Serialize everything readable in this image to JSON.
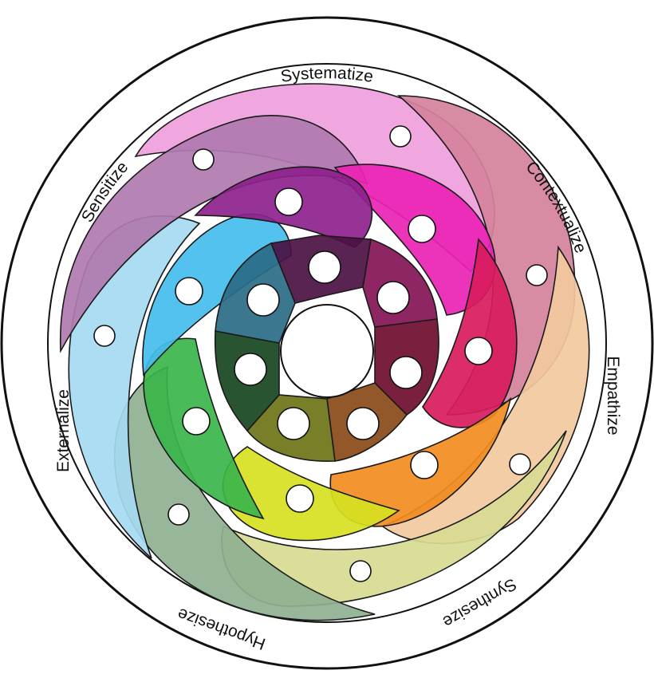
{
  "labels": {
    "systematize": "Systematize",
    "contextualize": "Contextualize",
    "empathize": "Empathize",
    "synthesize": "Synthesize",
    "hypothesize": "Hypothesize",
    "externalize": "Externalize",
    "sensitize": "Sensitize"
  },
  "colors": {
    "outer_pink": "#ef9fdc",
    "outer_rose": "#d5829c",
    "outer_peach": "#f1c99e",
    "outer_khaki": "#d8db93",
    "outer_sage": "#8fb090",
    "outer_skyblue": "#a6daf1",
    "outer_mauve": "#b07aaf",
    "mid_magenta": "#ea23b5",
    "mid_crimson": "#d81b5d",
    "mid_orange": "#f28c1f",
    "mid_yellowgreen": "#d7df21",
    "mid_green": "#3ab54a",
    "mid_cyan": "#45bdee",
    "mid_purple": "#8e218d",
    "inner_plum": "#4b1043",
    "inner_wine": "#861357",
    "inner_maroon": "#6e0d2e",
    "inner_brown": "#8a4a17",
    "inner_olive": "#6e7316",
    "inner_forest": "#17451f",
    "inner_teal": "#2a6b86"
  }
}
